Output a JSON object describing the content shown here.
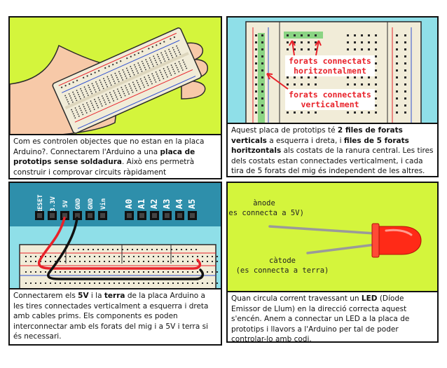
{
  "panels": [
    {
      "caption": {
        "t1": "Com es controlen objectes que no estan en la placa Arduino?. Connectarem l'Arduino a una ",
        "b1": "placa de prototips sense soldadura",
        "t2": ". Això ens permetrà construir i comprovar circuits ràpidament"
      }
    },
    {
      "labels": {
        "horizontal_1": "forats connectats",
        "horizontal_2": "horitzontalment",
        "vertical_1": "forats connectats",
        "vertical_2": "verticalment"
      },
      "caption": {
        "t1": "Aquest placa de prototips té ",
        "b1": "2 files de forats verticals",
        "t2": " a esquerra i dreta, i ",
        "b2": "files de 5 forats horitzontals",
        "t3": " als costats de la ranura central. Les tires dels costats estan connectades verticalment, i cada tira de 5 forats del mig és independent de les altres."
      }
    },
    {
      "pins": [
        "RESET",
        "3.3V",
        "5V",
        "GND",
        "GND",
        "Vin",
        "A0",
        "A1",
        "A2",
        "A3",
        "A4",
        "A5"
      ],
      "caption": {
        "t1": "Connectarem els ",
        "b1": "5V",
        "t2": " i la ",
        "b2": "terra",
        "t3": " de la placa Arduino a les tires connectades verticalment a esquerra i dreta amb cables prims. Els components es poden interconnectar amb els forats del mig i a 5V i terra si és necessari."
      }
    },
    {
      "labels": {
        "anode_1": "ànode",
        "anode_2": "(es connecta a 5V)",
        "cathode_1": "càtode",
        "cathode_2": "(es connecta a terra)"
      },
      "caption": {
        "t1": "Quan circula corrent travessant un ",
        "b1": "LED",
        "t2": " (Díode Emissor de Llum) en la direcció correcta aquest s'encén. Anem a connectar un LED a la placa de prototips i llavors a l'Arduino per tal de poder controlar-lo amb codi."
      }
    }
  ],
  "colors": {
    "lime": "#d4f53c",
    "cyan": "#8fdfe8",
    "arduino_blue": "#2e8fab",
    "breadboard": "#f1ecd8",
    "led_red": "#ff2a17",
    "label_red": "#e8222a"
  }
}
